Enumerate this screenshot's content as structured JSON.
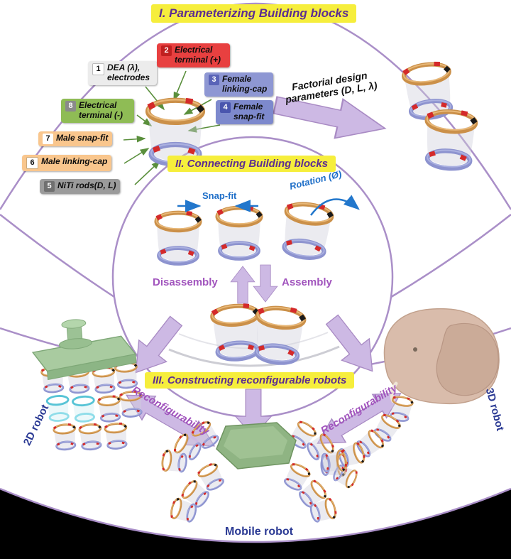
{
  "figure": {
    "section1_title": "I. Parameterizing Building blocks",
    "section2_title": "II. Connecting Building blocks",
    "section3_title": "III. Constructing reconfigurable robots"
  },
  "part_labels": [
    {
      "num": "1",
      "text": "DEA (λ), electrodes"
    },
    {
      "num": "2",
      "text": "Electrical terminal (+)"
    },
    {
      "num": "3",
      "text": "Female linking-cap"
    },
    {
      "num": "4",
      "text": "Female snap-fit"
    },
    {
      "num": "5",
      "text": "NiTi rods(D, L)"
    },
    {
      "num": "6",
      "text": "Male linking-cap"
    },
    {
      "num": "7",
      "text": "Male snap-fit"
    },
    {
      "num": "8",
      "text": "Electrical terminal (-)"
    }
  ],
  "annotations": {
    "factorial": "Factorial design parameters (D, L, λ)",
    "snap_fit": "Snap-fit",
    "rotation": "Rotation (Ø)",
    "disassembly": "Disassembly",
    "assembly": "Assembly",
    "reconfigurability_left": "Reconfigurability",
    "reconfigurability_right": "Reconfigurability"
  },
  "robots": {
    "robot_2d": "2D robot",
    "robot_3d": "3D robot",
    "mobile": "Mobile robot"
  },
  "colors": {
    "highlight_yellow": "#f6ee3c",
    "title_purple": "#5c2d91",
    "curve_purple": "#aa8fc8",
    "arrow_purple_fill": "#cdb9e4",
    "annotation_purple": "#a154bd",
    "annotation_blue": "#1f6fc8",
    "robot_label_blue": "#2b3a94",
    "ring_copper": "#cb9049",
    "ring_violet": "#8d93cf",
    "label_red": "#e84040",
    "label_blue": "#8e97d3",
    "label_green": "#8fbc55",
    "label_orange": "#f9c68d",
    "label_gray": "#9b9b9b"
  }
}
